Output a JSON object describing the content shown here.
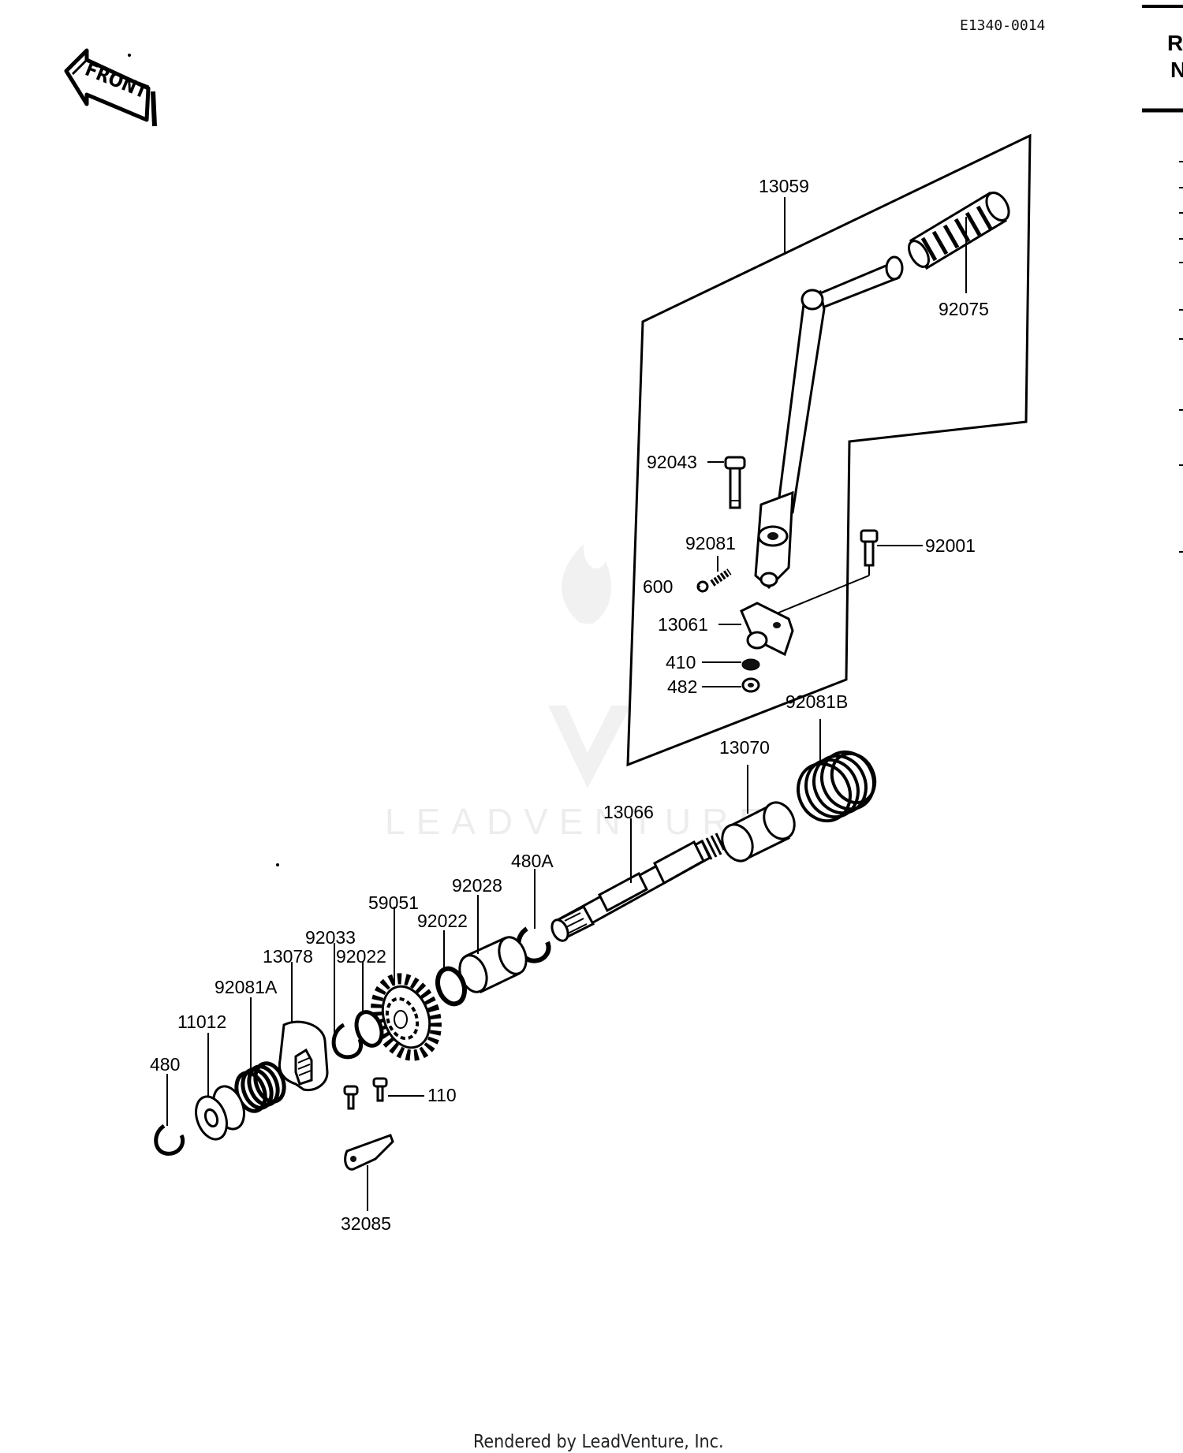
{
  "diagram_code": "E1340-0014",
  "front_label": "FRONT",
  "footer": "Rendered by LeadVenture, Inc.",
  "watermark": "LEADVENTURE",
  "side_panel": {
    "line1": "R",
    "line2": "N"
  },
  "callouts": {
    "c13059": "13059",
    "c92075": "92075",
    "c92043": "92043",
    "c92081": "92081",
    "c92001": "92001",
    "c600": "600",
    "c13061": "13061",
    "c410": "410",
    "c482": "482",
    "c92081B": "92081B",
    "c13070": "13070",
    "c13066": "13066",
    "c480A": "480A",
    "c92028": "92028",
    "c59051": "59051",
    "c92022a": "92022",
    "c92033": "92033",
    "c13078": "13078",
    "c92022b": "92022",
    "c92081A": "92081A",
    "c11012": "11012",
    "c480": "480",
    "c110": "110",
    "c32085": "32085"
  }
}
